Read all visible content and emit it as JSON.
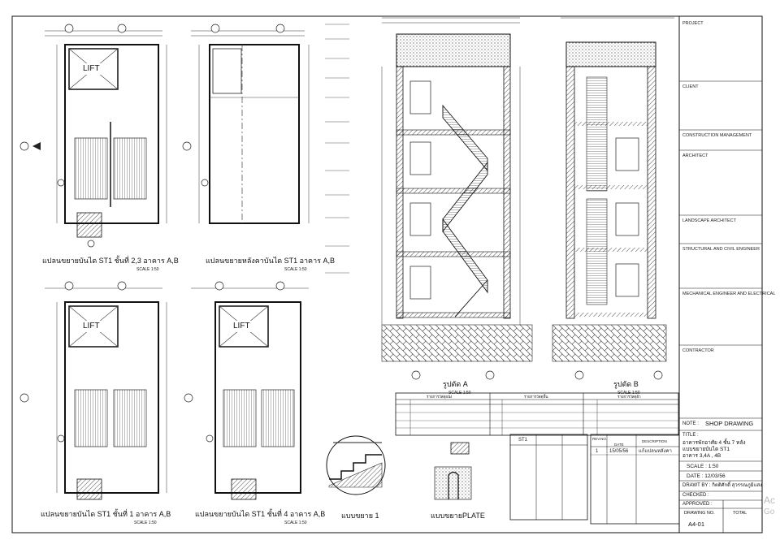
{
  "plans": [
    {
      "title": "แปลนขยายบันได ST1  ชั้นที่ 2,3  อาคาร A,B",
      "scale": "SCALE 1:50",
      "lift": "LIFT"
    },
    {
      "title": "แปลนขยายหลังคาบันได ST1  อาคาร A,B",
      "scale": "SCALE 1:50"
    },
    {
      "title": "แปลนขยายบันได ST1  ชั้นที่ 1  อาคาร A,B",
      "scale": "SCALE 1:50",
      "lift": "LIFT"
    },
    {
      "title": "แปลนขยายบันได ST1  ชั้นที่ 4  อาคาร A,B",
      "scale": "SCALE 1:50",
      "lift": "LIFT"
    }
  ],
  "sections": [
    {
      "title": "รูปตัด A",
      "scale": "SCALE 1:50"
    },
    {
      "title": "รูปตัด B",
      "scale": "SCALE 1:50"
    }
  ],
  "details": [
    {
      "title": "แบบขยาย 1"
    },
    {
      "title": "แบบขยายPLATE"
    }
  ],
  "schedule": {
    "headers": [
      "รายการวัสดุผนัง",
      "รายการวัสดุพื้น",
      "รายการวัสดุฝ้า"
    ],
    "rev_table_label": "ST1"
  },
  "revision": {
    "headers": [
      "REV.NO.",
      "DATE",
      "DESCRIPTION"
    ],
    "rows": [
      {
        "no": "1",
        "date": "15/05/56",
        "desc": "แก้แปลนหลังคา"
      }
    ]
  },
  "titleblock": {
    "fields": [
      "PROJECT",
      "CLIENT",
      "CONSTRUCTION MANAGEMENT",
      "ARCHITECT",
      "LANDSCAPE ARCHITECT",
      "STRUCTURAL AND CIVIL ENGINEER",
      "MECHANICAL ENGINEER AND ELECTRICAL",
      "CONTRACTOR"
    ],
    "note_label": "NOTE :",
    "note": "SHOP DRAWING",
    "title_label": "TITLE :",
    "title_lines": [
      "อาคารพักอาศัย 4 ชั้น 7 หลัง",
      "แบบขยายบันได ST1",
      "อาคาร 3,4A , 4B"
    ],
    "scale": "SCALE :  1:50",
    "date": "DATE :  12/03/56",
    "drawn": "DRAWT BY :  กิตติศักดิ์  สุวรรณภูมิแสง",
    "checked": "CHECKED :",
    "approved": "APPROVED :",
    "drawing_no_label": "DRAWING NO.",
    "total_label": "TOTAL",
    "drawing_no": "A4-01"
  },
  "watermark": [
    "Ac",
    "Go"
  ]
}
